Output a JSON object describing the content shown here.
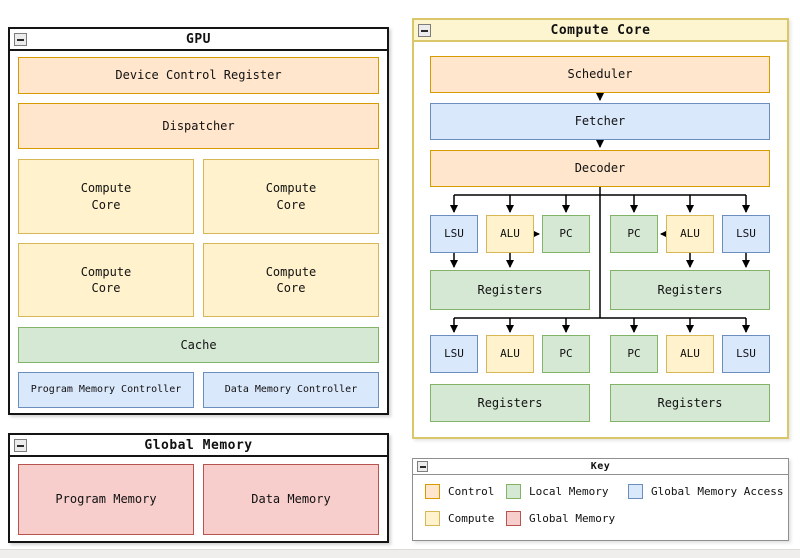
{
  "gpu_window": {
    "title": "GPU",
    "device_control_register": "Device Control Register",
    "dispatcher": "Dispatcher",
    "compute_cores": [
      "Compute Core",
      "Compute Core",
      "Compute Core",
      "Compute Core"
    ],
    "cache": "Cache",
    "program_memory_controller": "Program Memory Controller",
    "data_memory_controller": "Data Memory Controller"
  },
  "global_memory_window": {
    "title": "Global Memory",
    "program_memory": "Program Memory",
    "data_memory": "Data Memory"
  },
  "compute_core_window": {
    "title": "Compute Core",
    "scheduler": "Scheduler",
    "fetcher": "Fetcher",
    "decoder": "Decoder",
    "row1_units": [
      "LSU",
      "ALU",
      "PC",
      "PC",
      "ALU",
      "LSU"
    ],
    "row1_registers": [
      "Registers",
      "Registers"
    ],
    "row2_units": [
      "LSU",
      "ALU",
      "PC",
      "PC",
      "ALU",
      "LSU"
    ],
    "row2_registers": [
      "Registers",
      "Registers"
    ]
  },
  "key_window": {
    "title": "Key",
    "items": [
      {
        "label": "Control"
      },
      {
        "label": "Local Memory"
      },
      {
        "label": "Global Memory Access"
      },
      {
        "label": "Compute"
      },
      {
        "label": "Global Memory"
      }
    ]
  },
  "colors": {
    "control_fill": "#ffe6cc",
    "control_stroke": "#d79b00",
    "compute_fill": "#fff2cc",
    "compute_stroke": "#d6b656",
    "local_memory_fill": "#d5e8d4",
    "local_memory_stroke": "#82b366",
    "global_memory_fill": "#f8cecc",
    "global_memory_stroke": "#b85450",
    "global_memory_access_fill": "#dae8fc",
    "global_memory_access_stroke": "#6c8ebf",
    "window_border_dark": "#141414",
    "window_border_yellow": "#d9c76a",
    "window_border_gray": "#8f8f8f",
    "compute_core_titlebar_fill": "#fcf5d0"
  }
}
